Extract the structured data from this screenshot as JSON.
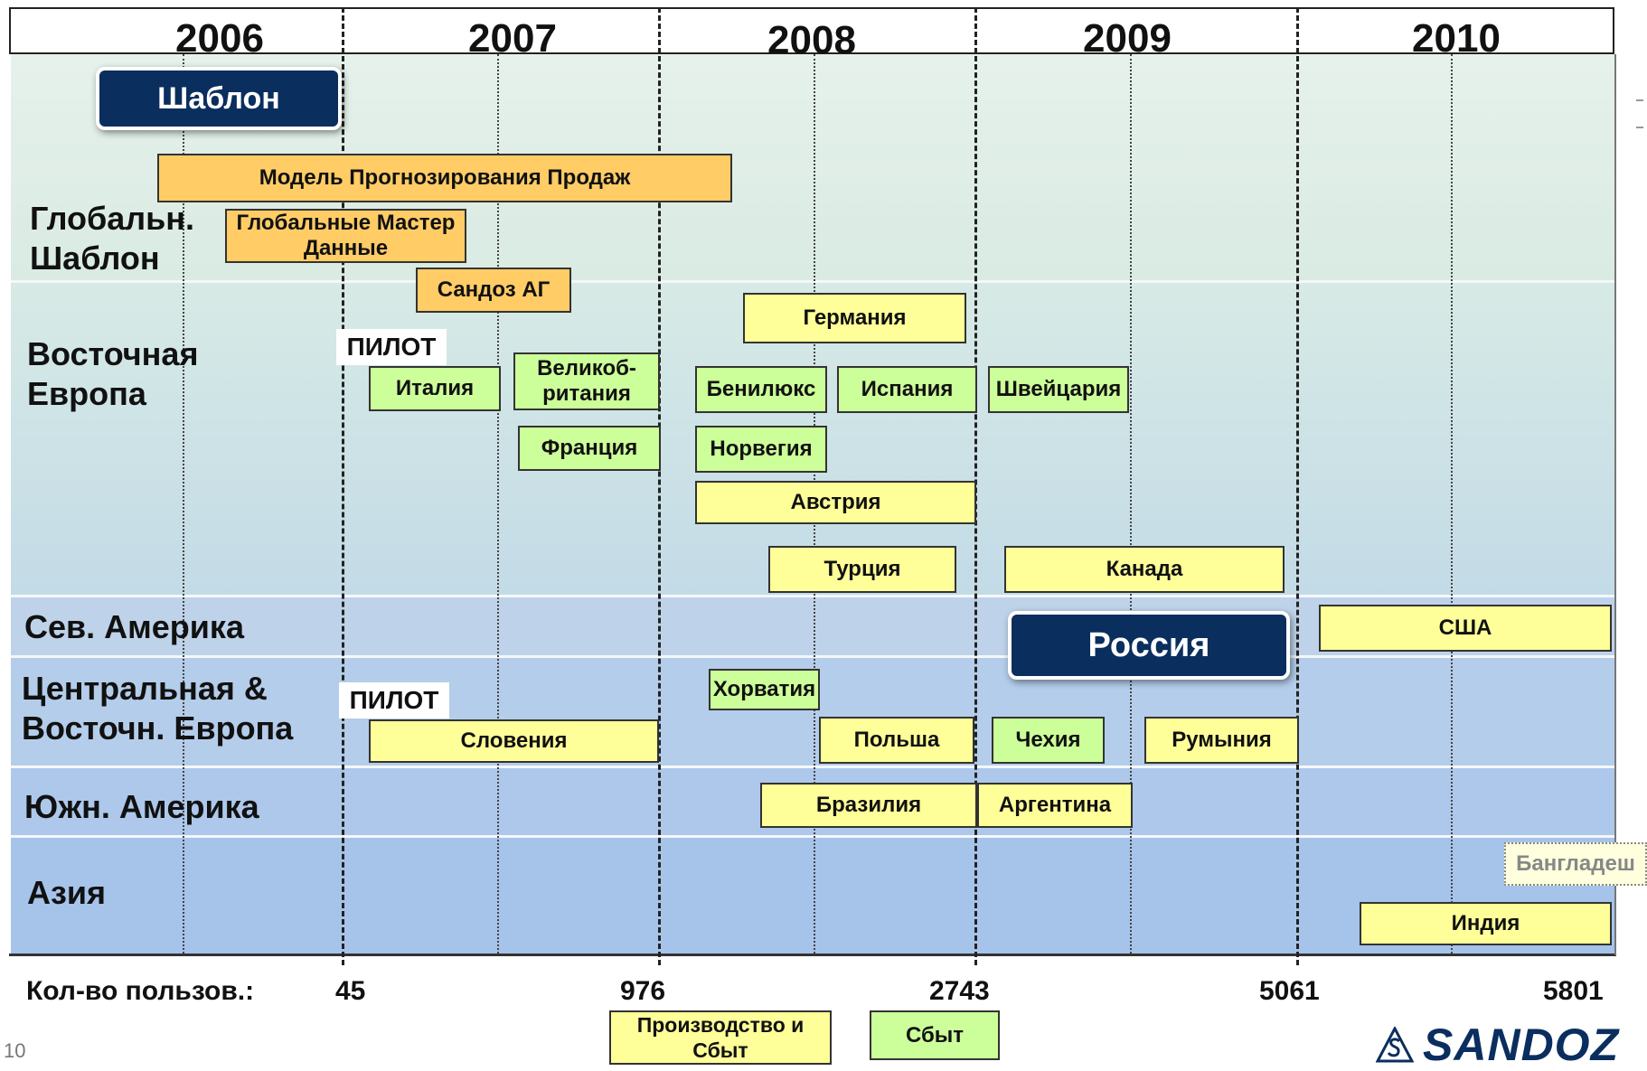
{
  "years": [
    "2006",
    "2007",
    "2008",
    "2009",
    "2010"
  ],
  "template_badge": "Шаблон",
  "russia_badge": "Россия",
  "rows": [
    {
      "id": "global",
      "lines": [
        "Глобальн.",
        "Шаблон"
      ]
    },
    {
      "id": "western",
      "lines": [
        "Восточная",
        "Европа"
      ]
    },
    {
      "id": "north_america",
      "lines": [
        "Сев. Америка"
      ]
    },
    {
      "id": "cee",
      "lines": [
        "Центральная &",
        "Восточн. Европа"
      ]
    },
    {
      "id": "south_america",
      "lines": [
        "Южн. Америка"
      ]
    },
    {
      "id": "asia",
      "lines": [
        "Азия"
      ]
    }
  ],
  "pilot_label": "ПИЛОТ",
  "projects": {
    "sales_model": "Модель Прогнозирования Продаж",
    "global_master": [
      "Глобальные Мастер",
      "Данные"
    ],
    "sandoz_ag": "Сандоз АГ",
    "germany": "Германия",
    "italy": "Италия",
    "uk": [
      "Великоб-",
      "ритания"
    ],
    "france": "Франция",
    "benelux": "Бенилюкс",
    "spain": "Испания",
    "switzerland": "Швейцария",
    "norway": "Норвегия",
    "austria": "Австрия",
    "turkey": "Турция",
    "canada": "Канада",
    "usa": "США",
    "croatia": "Хорватия",
    "slovenia": "Словения",
    "poland": "Польша",
    "czech": "Чехия",
    "romania": "Румыния",
    "brazil": "Бразилия",
    "argentina": "Аргентина",
    "bangladesh": "Бангладеш",
    "india": "Индия"
  },
  "users": {
    "label": "Кол-во пользов.:",
    "counts": [
      "45",
      "976",
      "2743",
      "5061",
      "5801"
    ]
  },
  "legend": {
    "production_sales": [
      "Производство и",
      "Сбыт"
    ],
    "sales": "Сбыт"
  },
  "colors": {
    "navy": "#0a2e5e",
    "orange": "#ffcc66",
    "yellow": "#ffff99",
    "green": "#ccff99"
  },
  "page_number": "10",
  "logo_text": "SANDOZ"
}
